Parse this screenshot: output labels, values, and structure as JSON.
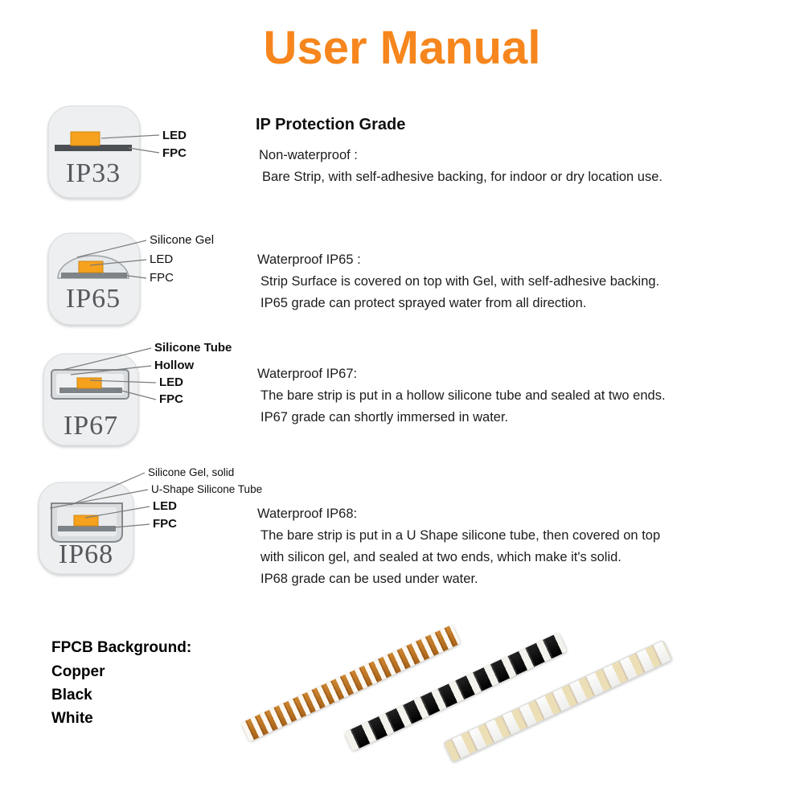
{
  "page": {
    "title": "User Manual",
    "accent_color": "#f6861d"
  },
  "section_heading": "IP Protection Grade",
  "grades": [
    {
      "badge": "IP33",
      "callouts": [
        "LED",
        "FPC"
      ],
      "heading": "Non-waterproof :",
      "lines": [
        "Bare Strip, with self-adhesive backing, for indoor or dry location use."
      ]
    },
    {
      "badge": "IP65",
      "callouts": [
        "Silicone Gel",
        "LED",
        "FPC"
      ],
      "heading": "Waterproof IP65 :",
      "lines": [
        "Strip Surface is covered on top with Gel, with self-adhesive backing.",
        "IP65 grade can protect sprayed water from all direction."
      ]
    },
    {
      "badge": "IP67",
      "callouts": [
        "Silicone Tube",
        "Hollow",
        "LED",
        "FPC"
      ],
      "heading": "Waterproof IP67:",
      "lines": [
        "The bare strip is put in a hollow silicone tube and sealed at two ends.",
        "IP67 grade can shortly immersed in water."
      ]
    },
    {
      "badge": "IP68",
      "callouts": [
        "Silicone Gel, solid",
        "U-Shape Silicone Tube",
        "LED",
        "FPC"
      ],
      "heading": "Waterproof IP68:",
      "lines": [
        "The bare strip is put in a U Shape silicone tube, then covered on top",
        "with silicon gel, and sealed at two ends, which make it's solid.",
        "IP68 grade can be used under water."
      ]
    }
  ],
  "fpcb": {
    "heading": "FPCB Background:",
    "options": [
      "Copper",
      "Black",
      "White"
    ]
  },
  "diagrams": [
    "ip33-cross-section-icon",
    "ip65-cross-section-icon",
    "ip67-cross-section-icon",
    "ip68-cross-section-icon"
  ],
  "photos": [
    "copper-fpcb-strip",
    "black-fpcb-strip",
    "white-fpcb-strip"
  ]
}
